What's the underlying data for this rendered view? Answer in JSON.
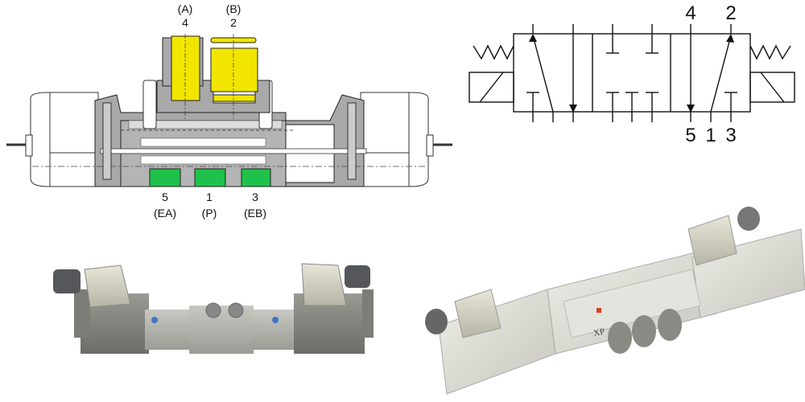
{
  "cross_section": {
    "top_ports": [
      {
        "letter": "(A)",
        "number": "4"
      },
      {
        "letter": "(B)",
        "number": "2"
      }
    ],
    "bottom_ports": [
      {
        "number": "5",
        "letter": "(EA)"
      },
      {
        "number": "1",
        "letter": "(P)"
      },
      {
        "number": "3",
        "letter": "(EB)"
      }
    ],
    "colors": {
      "outlet_fittings": "#f2e600",
      "inlet_ports": "#1ec24a",
      "body": "#a8a8a8"
    }
  },
  "symbol": {
    "top_labels": [
      "4",
      "2"
    ],
    "bottom_labels": [
      "5",
      "1",
      "3"
    ]
  },
  "photos": {
    "right_valve_marking": "XP"
  }
}
